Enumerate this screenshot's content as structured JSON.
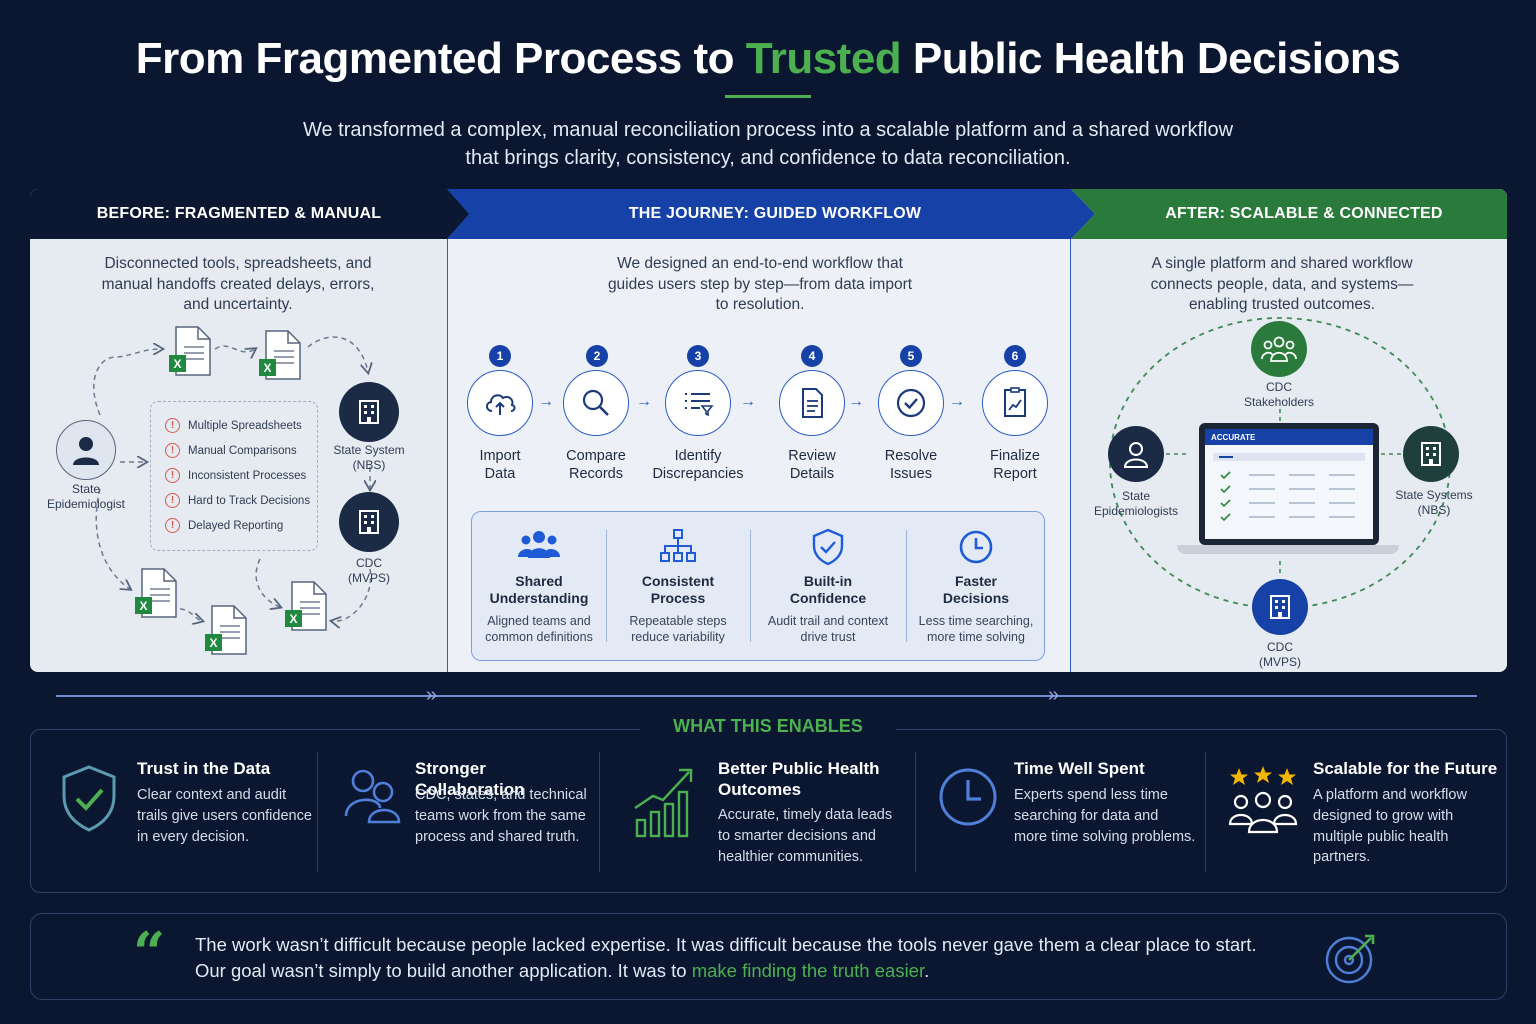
{
  "header": {
    "title_part1": "From Fragmented Process to ",
    "title_accent": "Trusted",
    "title_part2": " Public Health Decisions",
    "subtitle_line1": "We transformed a complex, manual reconciliation process into a scalable platform and a shared workflow",
    "subtitle_line2": "that brings clarity, consistency, and confidence to data reconciliation."
  },
  "before": {
    "heading": "BEFORE: FRAGMENTED & MANUAL",
    "desc_line1": "Disconnected tools, spreadsheets, and",
    "desc_line2": "manual handoffs created delays, errors,",
    "desc_line3": "and uncertainty.",
    "issues": [
      "Multiple Spreadsheets",
      "Manual Comparisons",
      "Inconsistent Processes",
      "Hard to Track Decisions",
      "Delayed Reporting"
    ],
    "node_epi_line1": "State",
    "node_epi_line2": "Epidemiologist",
    "node_state_line1": "State System",
    "node_state_line2": "(NBS)",
    "node_cdc_line1": "CDC",
    "node_cdc_line2": "(MVPS)"
  },
  "journey": {
    "heading": "THE JOURNEY: GUIDED WORKFLOW",
    "desc_line1": "We designed an end-to-end workflow that",
    "desc_line2": "guides users step by step—from data import",
    "desc_line3": "to resolution.",
    "steps": [
      {
        "num": "1",
        "line1": "Import",
        "line2": "Data",
        "icon": "cloud-upload-icon"
      },
      {
        "num": "2",
        "line1": "Compare",
        "line2": "Records",
        "icon": "magnifier-icon"
      },
      {
        "num": "3",
        "line1": "Identify",
        "line2": "Discrepancies",
        "icon": "filter-list-icon"
      },
      {
        "num": "4",
        "line1": "Review",
        "line2": "Details",
        "icon": "document-icon"
      },
      {
        "num": "5",
        "line1": "Resolve",
        "line2": "Issues",
        "icon": "check-circle-icon"
      },
      {
        "num": "6",
        "line1": "Finalize",
        "line2": "Report",
        "icon": "report-chart-icon"
      }
    ],
    "benefits": [
      {
        "title1": "Shared",
        "title2": "Understanding",
        "text1": "Aligned teams and",
        "text2": "common definitions"
      },
      {
        "title1": "Consistent",
        "title2": "Process",
        "text1": "Repeatable steps",
        "text2": "reduce variability"
      },
      {
        "title1": "Built-in",
        "title2": "Confidence",
        "text1": "Audit trail and context",
        "text2": "drive trust"
      },
      {
        "title1": "Faster",
        "title2": "Decisions",
        "text1": "Less time searching,",
        "text2": "more time solving"
      }
    ]
  },
  "after": {
    "heading": "AFTER: SCALABLE & CONNECTED",
    "desc_line1": "A single platform and shared workflow",
    "desc_line2": "connects people, data, and systems—",
    "desc_line3": "enabling trusted outcomes.",
    "app_name": "ACCURATE",
    "node_stake_line1": "CDC",
    "node_stake_line2": "Stakeholders",
    "node_epi_line1": "State",
    "node_epi_line2": "Epidemiologists",
    "node_state_line1": "State Systems",
    "node_state_line2": "(NBS)",
    "node_cdc_line1": "CDC",
    "node_cdc_line2": "(MVPS)"
  },
  "enables": {
    "heading": "WHAT THIS ENABLES",
    "items": [
      {
        "title1": "Trust in the Data",
        "title2": "",
        "lines": [
          "Clear context and audit",
          "trails give users confidence",
          "in every decision."
        ]
      },
      {
        "title1": "Stronger Collaboration",
        "title2": "",
        "lines": [
          "CDC, states, and technical",
          "teams work from the same",
          "process and shared truth."
        ]
      },
      {
        "title1": "Better Public Health",
        "title2": "Outcomes",
        "lines": [
          "Accurate, timely data leads",
          "to smarter decisions and",
          "healthier communities."
        ]
      },
      {
        "title1": "Time Well Spent",
        "title2": "",
        "lines": [
          "Experts spend less time",
          "searching for data and",
          "more time solving problems."
        ]
      },
      {
        "title1": "Scalable for the Future",
        "title2": "",
        "lines": [
          "A platform and workflow",
          "designed to grow with",
          "multiple public health",
          "partners."
        ]
      }
    ]
  },
  "quote": {
    "mark": "“",
    "line1": "The work wasn’t difficult because people lacked expertise. It was difficult because the tools never gave them a clear place to start.",
    "line2_start": "Our goal wasn’t simply to build another application. It was to ",
    "line2_highlight": "make finding the truth easier",
    "line2_end": "."
  },
  "colors": {
    "background": "#0b1730",
    "accent_green": "#4caf50",
    "journey_blue": "#1641a6",
    "after_green": "#2a7a3b",
    "warning_red": "#d25b4c"
  }
}
